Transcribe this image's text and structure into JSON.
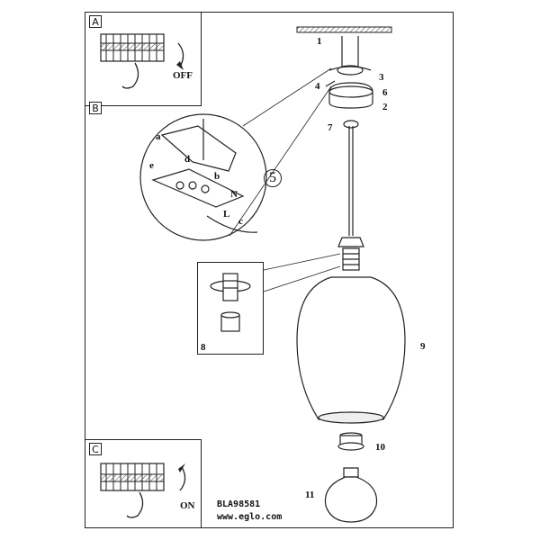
{
  "panels": {
    "a": {
      "label": "A",
      "action": "OFF"
    },
    "b": {
      "label": "B"
    },
    "c": {
      "label": "C",
      "action": "ON"
    }
  },
  "wiring": {
    "step": "5",
    "callouts": [
      "a",
      "e",
      "d",
      "b",
      "c",
      "N",
      "L"
    ]
  },
  "steps": [
    "1",
    "2",
    "3",
    "4",
    "6",
    "7",
    "8",
    "9",
    "10",
    "11"
  ],
  "footer": {
    "model": "BLA98581",
    "url": "www.eglo.com"
  }
}
